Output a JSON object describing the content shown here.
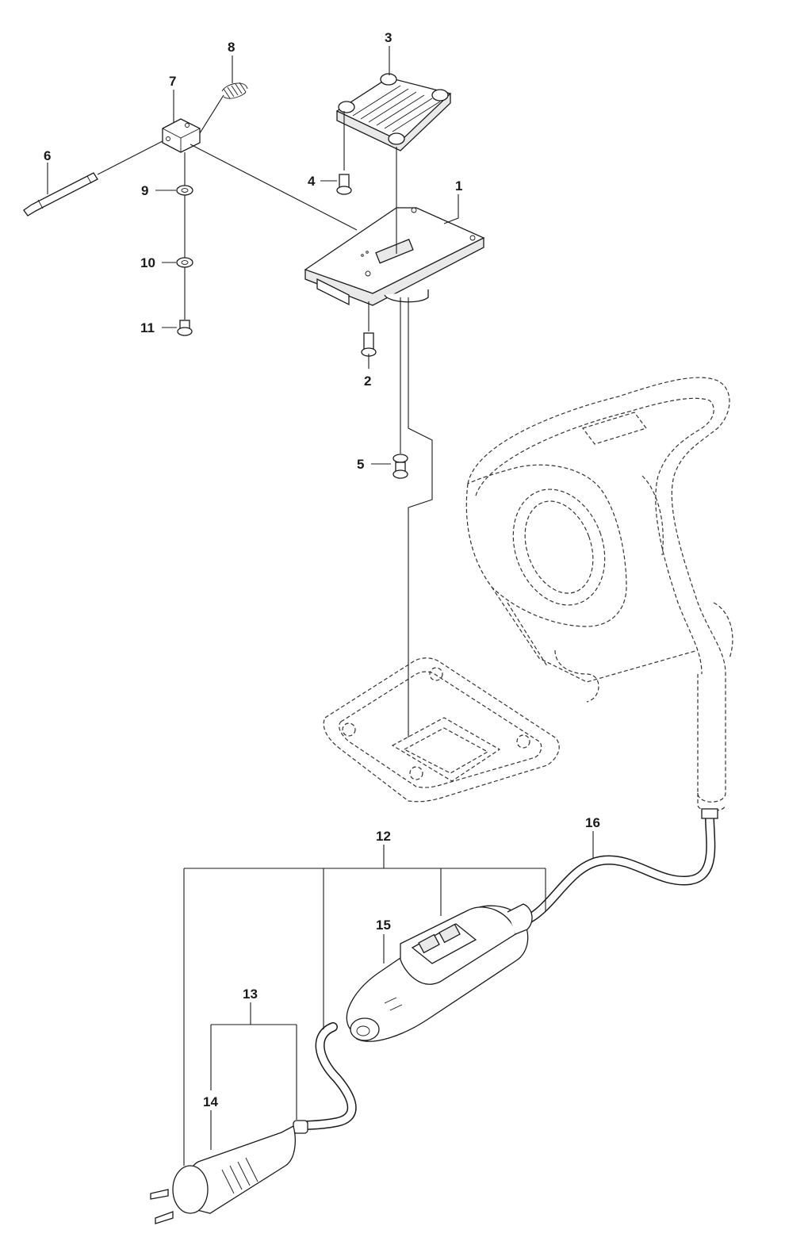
{
  "diagram": {
    "callouts": [
      {
        "id": "1",
        "label": "1"
      },
      {
        "id": "2",
        "label": "2"
      },
      {
        "id": "3",
        "label": "3"
      },
      {
        "id": "4",
        "label": "4"
      },
      {
        "id": "5",
        "label": "5"
      },
      {
        "id": "6",
        "label": "6"
      },
      {
        "id": "7",
        "label": "7"
      },
      {
        "id": "8",
        "label": "8"
      },
      {
        "id": "9",
        "label": "9"
      },
      {
        "id": "10",
        "label": "10"
      },
      {
        "id": "11",
        "label": "11"
      },
      {
        "id": "12",
        "label": "12"
      },
      {
        "id": "13",
        "label": "13"
      },
      {
        "id": "14",
        "label": "14"
      },
      {
        "id": "15",
        "label": "15"
      },
      {
        "id": "16",
        "label": "16"
      }
    ],
    "line_color": "#1a1a1a",
    "background": "#ffffff"
  }
}
